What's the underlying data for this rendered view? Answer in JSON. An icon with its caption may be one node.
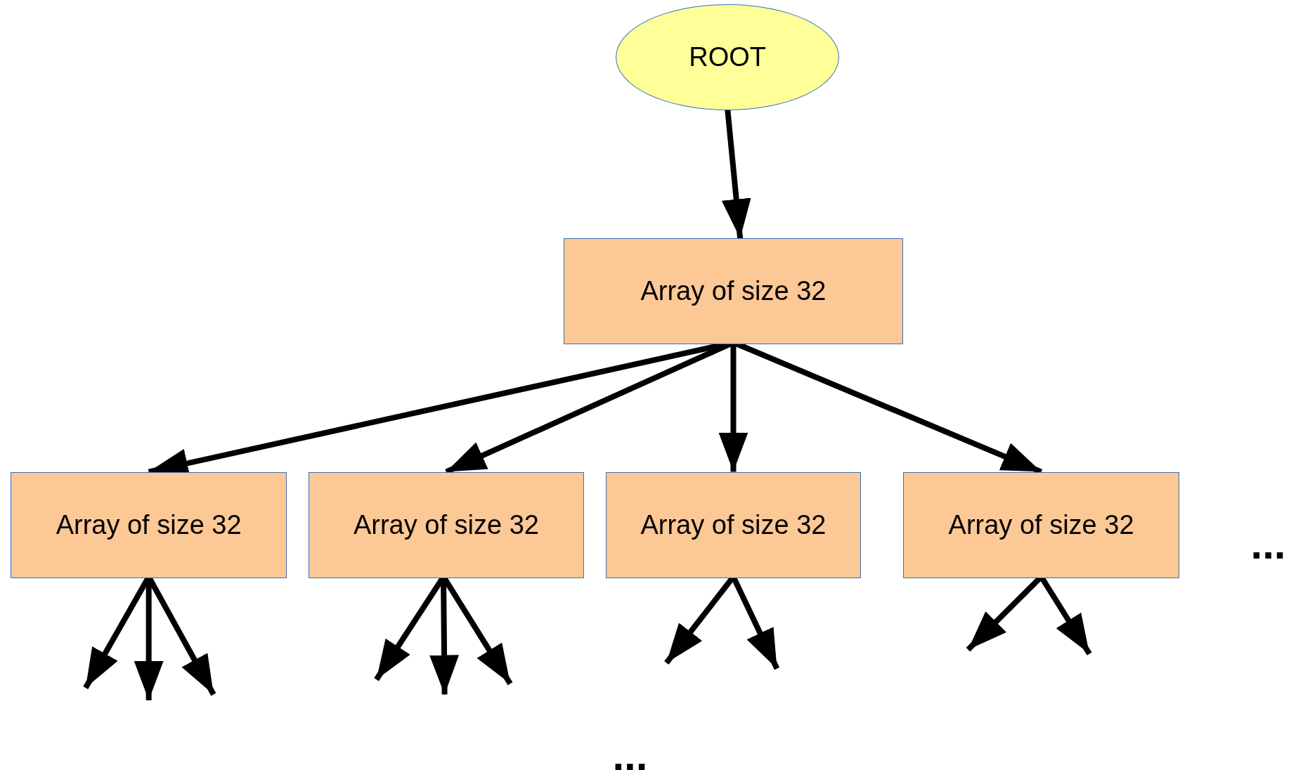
{
  "diagram": {
    "nodes": [
      {
        "text": [
          "ROOT"
        ]
      },
      {
        "text": [
          "Array of size 32"
        ]
      },
      {
        "text": [
          "Array of size 32"
        ]
      },
      {
        "text": [
          "Array of size 32"
        ]
      },
      {
        "text": [
          "Array of size 32"
        ]
      },
      {
        "text": [
          "Array of size 32"
        ]
      }
    ],
    "edges": [
      {
        "from": 0,
        "to": 1,
        "arrow": "to"
      },
      {
        "from": 1,
        "to": 2,
        "arrow": "to"
      },
      {
        "from": 1,
        "to": 3,
        "arrow": "to"
      },
      {
        "from": 1,
        "to": 4,
        "arrow": "to"
      },
      {
        "from": 1,
        "to": 5,
        "arrow": "to"
      },
      {
        "from": 2,
        "to": null,
        "arrow": "to"
      },
      {
        "from": 2,
        "to": null,
        "arrow": "to"
      },
      {
        "from": 2,
        "to": null,
        "arrow": "to"
      },
      {
        "from": 3,
        "to": null,
        "arrow": "to"
      },
      {
        "from": 3,
        "to": null,
        "arrow": "to"
      },
      {
        "from": 3,
        "to": null,
        "arrow": "to"
      },
      {
        "from": 4,
        "to": null,
        "arrow": "to"
      },
      {
        "from": 4,
        "to": null,
        "arrow": "to"
      },
      {
        "from": 5,
        "to": null,
        "arrow": "to"
      },
      {
        "from": 5,
        "to": null,
        "arrow": "to"
      }
    ],
    "labels": [
      "...",
      "..."
    ]
  }
}
